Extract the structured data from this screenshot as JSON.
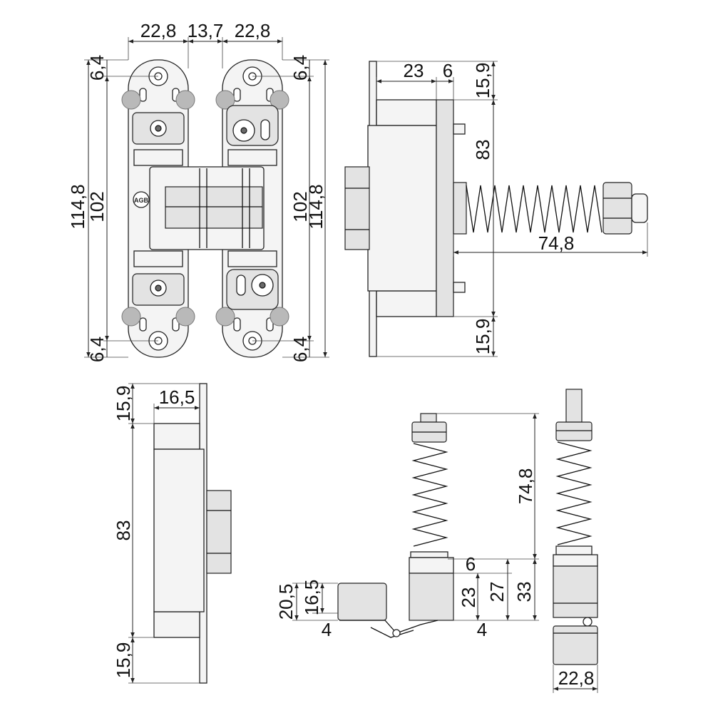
{
  "colors": {
    "line": "#222222",
    "fill_light": "#f4f4f4",
    "fill_mid": "#e3e3e3",
    "fill_dark": "#6a6a6a",
    "pad": "#b9b9b9"
  },
  "logo_text": "AGB",
  "views": {
    "front": {
      "dims": {
        "top_left": "22,8",
        "top_mid": "13,7",
        "top_right": "22,8",
        "edge_tl": "6,4",
        "edge_tr": "6,4",
        "edge_bl": "6,4",
        "edge_br": "6,4",
        "height_outer_left": "114,8",
        "height_inner_left": "102",
        "height_inner_right": "102",
        "height_outer_right": "114,8"
      }
    },
    "side": {
      "dims": {
        "depth_a": "23",
        "depth_b": "6",
        "top_edge": "15,9",
        "middle": "83",
        "bottom_edge": "15,9",
        "spring": "74,8"
      }
    },
    "edge": {
      "dims": {
        "top_edge": "15,9",
        "width": "16,5",
        "middle": "83",
        "bottom_edge": "15,9"
      }
    },
    "bottom_left": {
      "dims": {
        "h_20_5": "20,5",
        "h_16_5": "16,5",
        "h_4_left": "4",
        "length": "74,8",
        "h_6": "6",
        "h_23": "23",
        "h_27": "27",
        "h_33": "33",
        "h_4_right": "4"
      }
    },
    "bottom_right": {
      "dims": {
        "width": "22,8"
      }
    }
  }
}
